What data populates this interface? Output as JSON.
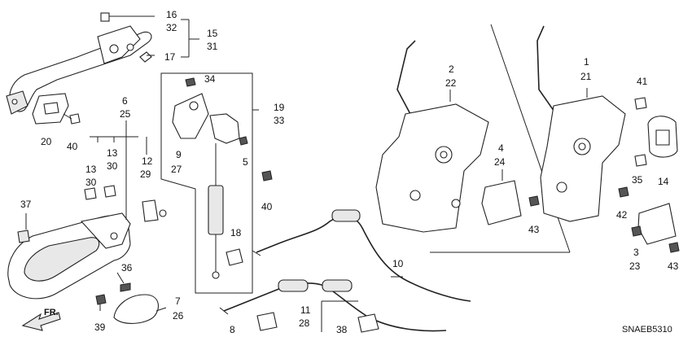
{
  "diagram": {
    "code": "SNAEB5310",
    "direction_label": "FR.",
    "labels": [
      {
        "id": "l16",
        "text": "16"
      },
      {
        "id": "l32",
        "text": "32"
      },
      {
        "id": "l15",
        "text": "15"
      },
      {
        "id": "l31",
        "text": "31"
      },
      {
        "id": "l17",
        "text": "17"
      },
      {
        "id": "l20",
        "text": "20"
      },
      {
        "id": "l40a",
        "text": "40"
      },
      {
        "id": "l6",
        "text": "6"
      },
      {
        "id": "l25",
        "text": "25"
      },
      {
        "id": "l13a",
        "text": "13"
      },
      {
        "id": "l30a",
        "text": "30"
      },
      {
        "id": "l13b",
        "text": "13"
      },
      {
        "id": "l30b",
        "text": "30"
      },
      {
        "id": "l12",
        "text": "12"
      },
      {
        "id": "l29",
        "text": "29"
      },
      {
        "id": "l37",
        "text": "37"
      },
      {
        "id": "l34",
        "text": "34"
      },
      {
        "id": "l9",
        "text": "9"
      },
      {
        "id": "l27",
        "text": "27"
      },
      {
        "id": "l19",
        "text": "19"
      },
      {
        "id": "l33",
        "text": "33"
      },
      {
        "id": "l5",
        "text": "5"
      },
      {
        "id": "l40b",
        "text": "40"
      },
      {
        "id": "l18",
        "text": "18"
      },
      {
        "id": "l36",
        "text": "36"
      },
      {
        "id": "l39",
        "text": "39"
      },
      {
        "id": "l7",
        "text": "7"
      },
      {
        "id": "l26",
        "text": "26"
      },
      {
        "id": "l8",
        "text": "8"
      },
      {
        "id": "l11",
        "text": "11"
      },
      {
        "id": "l28",
        "text": "28"
      },
      {
        "id": "l38",
        "text": "38"
      },
      {
        "id": "l10",
        "text": "10"
      },
      {
        "id": "l2",
        "text": "2"
      },
      {
        "id": "l22",
        "text": "22"
      },
      {
        "id": "l4",
        "text": "4"
      },
      {
        "id": "l24",
        "text": "24"
      },
      {
        "id": "l43a",
        "text": "43"
      },
      {
        "id": "l1",
        "text": "1"
      },
      {
        "id": "l21",
        "text": "21"
      },
      {
        "id": "l41",
        "text": "41"
      },
      {
        "id": "l35",
        "text": "35"
      },
      {
        "id": "l14",
        "text": "14"
      },
      {
        "id": "l42",
        "text": "42"
      },
      {
        "id": "l3",
        "text": "3"
      },
      {
        "id": "l23",
        "text": "23"
      },
      {
        "id": "l43b",
        "text": "43"
      }
    ]
  }
}
